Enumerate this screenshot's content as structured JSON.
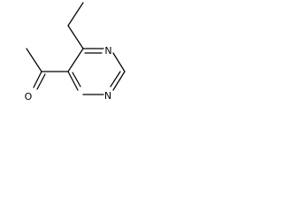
{
  "molecule": {
    "atom_labels": {
      "oxygen": "O",
      "ring_nitrogen_top": "N",
      "ring_nitrogen_bottom": "N"
    }
  }
}
